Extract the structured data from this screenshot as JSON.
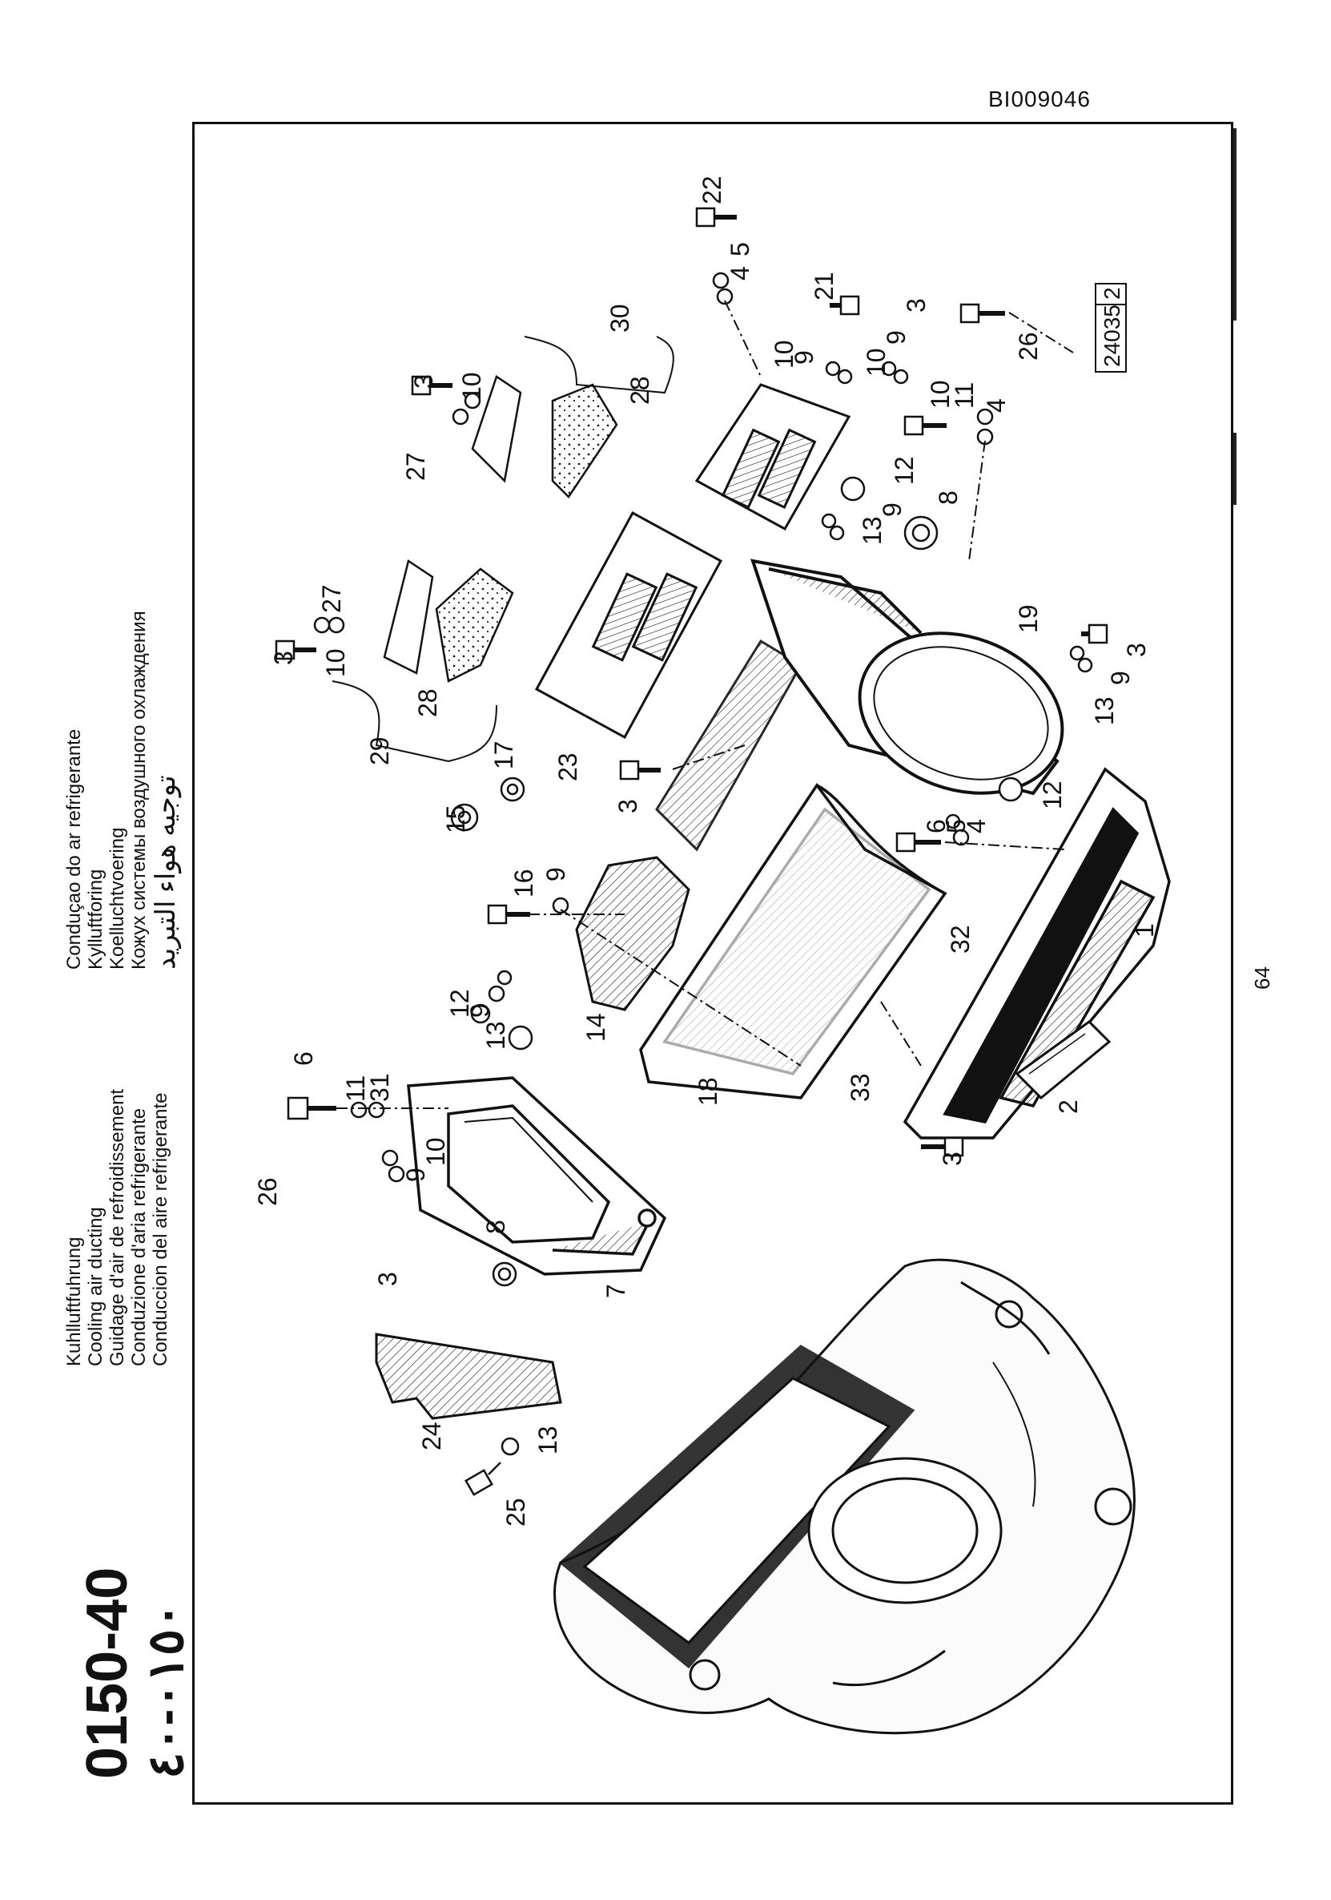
{
  "document": {
    "id": "BI009046",
    "section_code": "0150-40",
    "section_code_arabic": "٠١٥٠-٤٠",
    "illustration_number": "24035",
    "illustration_variant": "2",
    "page_number": "64"
  },
  "titles": [
    "Kuhlluftfuhrung",
    "Cooling air ducting",
    "Guidage d'air de refroidissement",
    "Conduzione d'aria refrigerante",
    "Conduccion del aire refrigerante",
    "Conduçao do ar refrigerante",
    "Kylluftforing",
    "Koelluchtvoering",
    "Кожух системы воздушного охлаждения",
    "توجيه هواء التبريد"
  ],
  "callouts": {
    "c1": "1",
    "c2": "2",
    "c3a": "3",
    "c3b": "3",
    "c3c": "3",
    "c3d": "3",
    "c3e": "3",
    "c3f": "3",
    "c3g": "3",
    "c4a": "4",
    "c4b": "4",
    "c4c": "4",
    "c5a": "5",
    "c5b": "5",
    "c6a": "6",
    "c6b": "6",
    "c7": "7",
    "c8a": "8",
    "c8b": "8",
    "c9a": "9",
    "c9b": "9",
    "c9c": "9",
    "c9d": "9",
    "c9e": "9",
    "c9f": "9",
    "c9g": "9",
    "c10a": "10",
    "c10b": "10",
    "c10c": "10",
    "c10d": "10",
    "c10e": "10",
    "c10f": "10",
    "c11a": "11",
    "c11b": "11",
    "c12a": "12",
    "c12b": "12",
    "c12c": "12",
    "c13a": "13",
    "c13b": "13",
    "c13c": "13",
    "c13d": "13",
    "c14": "14",
    "c15": "15",
    "c16": "16",
    "c17": "17",
    "c18": "18",
    "c19": "19",
    "c21": "21",
    "c22": "22",
    "c23": "23",
    "c24": "24",
    "c25": "25",
    "c26a": "26",
    "c26b": "26",
    "c27a": "27",
    "c27b": "27",
    "c28a": "28",
    "c28b": "28",
    "c29": "29",
    "c30": "30",
    "c31": "31",
    "c32": "32",
    "c33": "33"
  }
}
